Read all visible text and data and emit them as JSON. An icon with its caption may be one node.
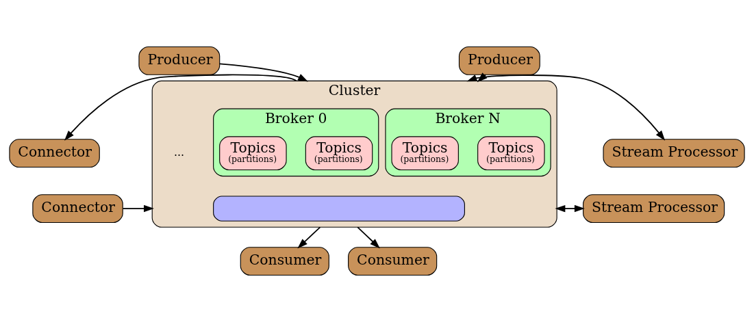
{
  "diagram": {
    "nodes": [
      {
        "text": [
          "Producer"
        ]
      },
      {
        "text": [
          "Producer"
        ]
      },
      {
        "text": [
          "Connector"
        ]
      },
      {
        "text": [
          "Cluster"
        ]
      },
      {
        "text": [
          "Broker 0"
        ],
        "in": 3
      },
      {
        "text": [
          "Topics",
          "(partitions)"
        ],
        "in": 4
      },
      {
        "text": [
          "Topics",
          "(partitions)"
        ],
        "in": 4
      },
      {
        "text": [
          "Broker N"
        ],
        "in": 3
      },
      {
        "text": [
          "Topics",
          "(partitions)"
        ],
        "in": 7
      },
      {
        "text": [
          "Topics",
          "(partitions)"
        ],
        "in": 7
      },
      {
        "text": [],
        "shape": "box",
        "in": 3
      },
      {
        "text": [
          "Stream Processor"
        ]
      },
      {
        "text": [
          "Connector"
        ]
      },
      {
        "text": [
          "Stream Processor"
        ]
      },
      {
        "text": [
          "Consumer"
        ]
      },
      {
        "text": [
          "Consumer"
        ]
      }
    ],
    "edges": [
      {
        "from": 0,
        "to": 3,
        "arrow": "to"
      },
      {
        "from": 1,
        "to": 3,
        "arrow": "to"
      },
      {
        "from": 3,
        "to": 2,
        "arrow": "to"
      },
      {
        "from": 12,
        "to": 3,
        "arrow": "to"
      },
      {
        "from": 11,
        "to": 3,
        "arrow": "both"
      },
      {
        "from": 13,
        "to": 3,
        "arrow": "both"
      },
      {
        "from": 3,
        "to": 14,
        "arrow": "to"
      },
      {
        "from": 3,
        "to": 15,
        "arrow": "to"
      }
    ],
    "labels": [
      "..."
    ]
  }
}
